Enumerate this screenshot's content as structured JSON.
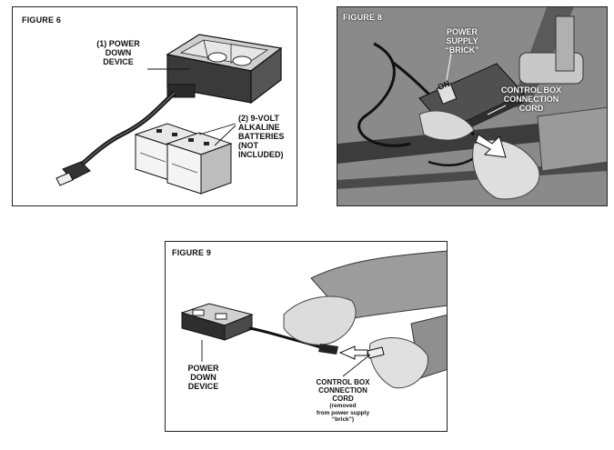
{
  "figure6": {
    "title": "FIGURE 6",
    "label_power_down": [
      "(1) POWER",
      "DOWN",
      "DEVICE"
    ],
    "label_batteries": [
      "(2) 9-VOLT",
      "ALKALINE",
      "BATTERIES",
      "(NOT",
      "INCLUDED)"
    ]
  },
  "figure8": {
    "title": "FIGURE 8",
    "label_power_supply": [
      "POWER",
      "SUPPLY",
      "“BRICK”"
    ],
    "label_control_box": [
      "CONTROL BOX",
      "CONNECTION",
      "CORD"
    ],
    "brick_marking": "ON"
  },
  "figure9": {
    "title": "FIGURE 9",
    "label_power_down": [
      "POWER",
      "DOWN",
      "DEVICE"
    ],
    "label_control_box": [
      "CONTROL BOX",
      "CONNECTION",
      "CORD"
    ],
    "label_control_box_note": [
      "(removed",
      "from power supply",
      "“brick”)"
    ]
  }
}
